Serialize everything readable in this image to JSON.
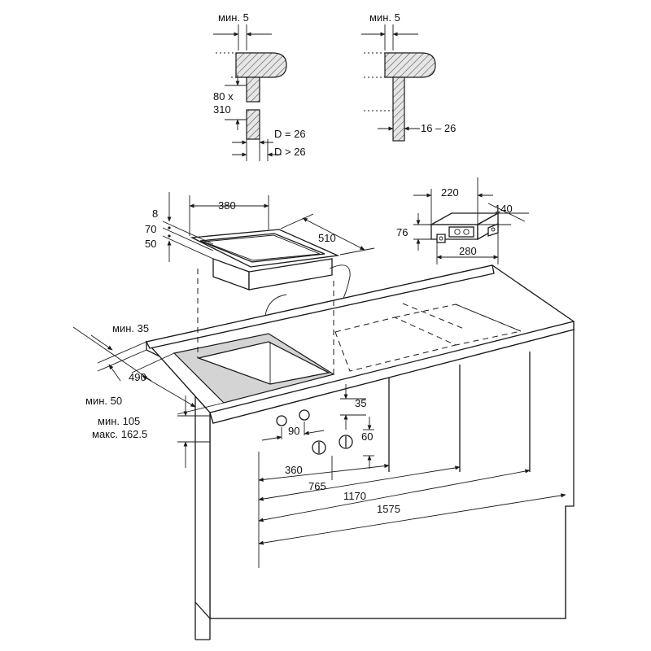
{
  "detail_left": {
    "min_gap": "мин. 5",
    "cutout_line1": "80 x",
    "cutout_line2": "310",
    "d_equal": "D = 26",
    "d_greater": "D > 26"
  },
  "detail_right": {
    "min_gap": "мин. 5",
    "thickness": "16 – 26"
  },
  "hob": {
    "width": "380",
    "depth": "510",
    "dim_8": "8",
    "dim_70": "70",
    "dim_50": "50"
  },
  "box": {
    "width": "220",
    "depth": "140",
    "height": "76",
    "length": "280"
  },
  "worktop": {
    "min_35": "мин. 35",
    "depth_490": "490",
    "min_50": "мин. 50",
    "min_105": "мин. 105",
    "max_162": "макс. 162.5",
    "knob_35": "35",
    "knob_90": "90",
    "knob_60": "60",
    "w_360": "360",
    "w_765": "765",
    "w_1170": "1170",
    "w_1575": "1575"
  }
}
